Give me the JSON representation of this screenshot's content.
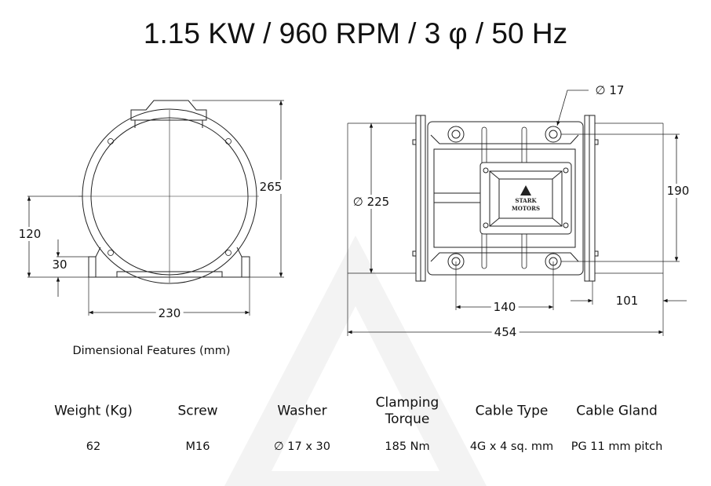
{
  "title": "1.15 KW / 960 RPM / 3 φ / 50 Hz",
  "front_view": {
    "height": "265",
    "axis_height": "120",
    "foot_height": "30",
    "foot_span": "230"
  },
  "side_view": {
    "hole_diameter": "∅ 17",
    "body_diameter": "∅ 225",
    "hole_spacing_vertical": "190",
    "hole_spacing_horizontal": "140",
    "flange_offset": "101",
    "overall_length": "454",
    "logo_line1": "STARK",
    "logo_line2": "MOTORS"
  },
  "caption": "Dimensional Features (mm)",
  "table": {
    "headers": [
      "Weight (Kg)",
      "Screw",
      "Washer",
      "Clamping\nTorque",
      "Cable Type",
      "Cable Gland"
    ],
    "values": [
      "62",
      "M16",
      "∅ 17 x 30",
      "185 Nm",
      "4G x 4 sq. mm",
      "PG 11 mm pitch"
    ]
  }
}
